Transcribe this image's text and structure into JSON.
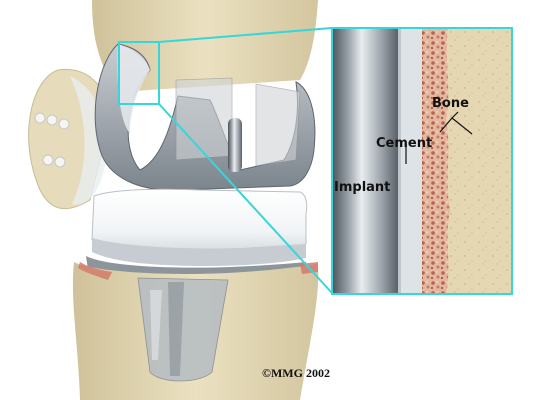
{
  "figure": {
    "labels": {
      "bone": "Bone",
      "cement": "Cement",
      "implant": "Implant"
    },
    "copyright": "©MMG 2002"
  },
  "colors": {
    "bone": "#e3d8b4",
    "cement": "#dde3e6",
    "implant_metal": "#9aa2ab",
    "callout": "#37d6da",
    "bone_interface": "#c98a72"
  }
}
